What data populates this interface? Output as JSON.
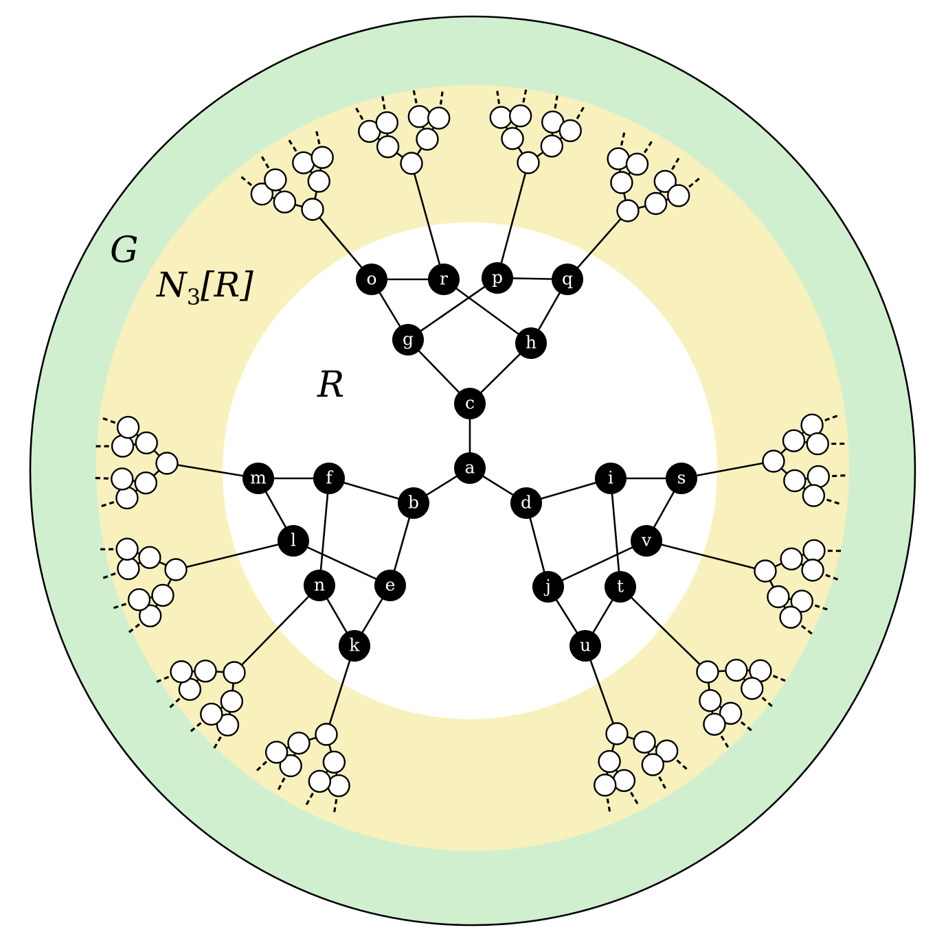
{
  "colors": {
    "outer_region": "#d0efcf",
    "ring_region": "#f8f1bd",
    "inner_region": "#ffffff",
    "core_node": "#000000",
    "tree_node": "#ffffff"
  },
  "labels": {
    "graph": "G",
    "neighborhood_base": "N",
    "neighborhood_subscript": "3",
    "neighborhood_arg": "[R]",
    "core": "R"
  },
  "core_nodes": [
    "a",
    "b",
    "c",
    "d",
    "e",
    "f",
    "g",
    "h",
    "i",
    "j",
    "k",
    "l",
    "m",
    "n",
    "o",
    "p",
    "q",
    "r",
    "s",
    "t",
    "u",
    "v"
  ],
  "core_edges": [
    [
      "a",
      "b"
    ],
    [
      "a",
      "c"
    ],
    [
      "a",
      "d"
    ],
    [
      "c",
      "g"
    ],
    [
      "c",
      "h"
    ],
    [
      "g",
      "o"
    ],
    [
      "g",
      "p"
    ],
    [
      "h",
      "q"
    ],
    [
      "h",
      "r"
    ],
    [
      "o",
      "r"
    ],
    [
      "p",
      "q"
    ],
    [
      "b",
      "f"
    ],
    [
      "b",
      "e"
    ],
    [
      "f",
      "m"
    ],
    [
      "f",
      "n"
    ],
    [
      "e",
      "l"
    ],
    [
      "e",
      "k"
    ],
    [
      "m",
      "l"
    ],
    [
      "n",
      "k"
    ],
    [
      "d",
      "i"
    ],
    [
      "d",
      "j"
    ],
    [
      "i",
      "s"
    ],
    [
      "i",
      "t"
    ],
    [
      "j",
      "v"
    ],
    [
      "j",
      "u"
    ],
    [
      "s",
      "v"
    ],
    [
      "t",
      "u"
    ]
  ],
  "tree_roots": [
    "o",
    "r",
    "p",
    "q",
    "m",
    "l",
    "n",
    "k",
    "s",
    "v",
    "t",
    "u"
  ]
}
